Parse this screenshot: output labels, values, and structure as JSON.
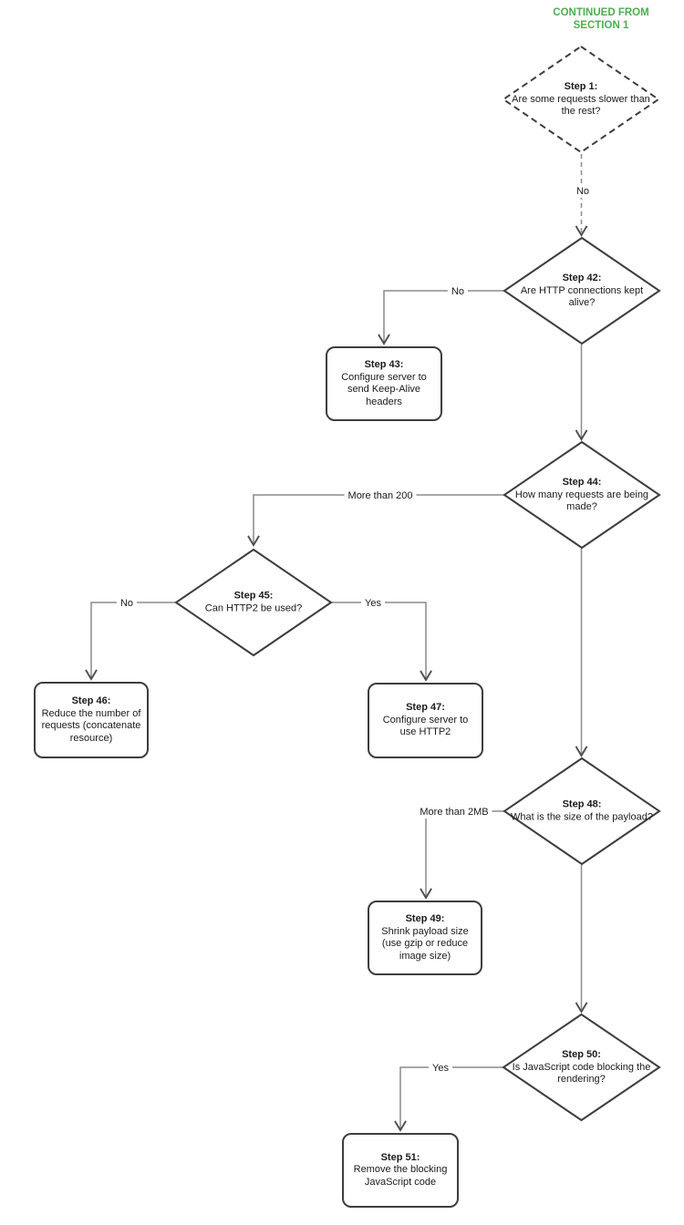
{
  "header": {
    "line1": "CONTINUED FROM",
    "line2": "SECTION 1"
  },
  "colors": {
    "continued_label": "#4caf50",
    "shape_border": "#3d3d3d",
    "connector_line": "#8a8a8a",
    "text": "#1a1a1a",
    "background": "#ffffff"
  },
  "nodes": {
    "step1": {
      "title": "Step 1:",
      "text": "Are some requests slower than the rest?"
    },
    "step42": {
      "title": "Step 42:",
      "text": "Are HTTP connections kept alive?"
    },
    "step43": {
      "title": "Step 43:",
      "text": "Configure server to send Keep-Alive headers"
    },
    "step44": {
      "title": "Step 44:",
      "text": "How many requests are being made?"
    },
    "step45": {
      "title": "Step 45:",
      "text": "Can HTTP2 be used?"
    },
    "step46": {
      "title": "Step 46:",
      "text": "Reduce the number of requests (concatenate resource)"
    },
    "step47": {
      "title": "Step 47:",
      "text": "Configure server to use HTTP2"
    },
    "step48": {
      "title": "Step 48:",
      "text": "What is the size of the payload?"
    },
    "step49": {
      "title": "Step 49:",
      "text": "Shrink payload size (use gzip or reduce image size)"
    },
    "step50": {
      "title": "Step 50:",
      "text": "Is JavaScript code blocking the rendering?"
    },
    "step51": {
      "title": "Step 51:",
      "text": "Remove the blocking JavaScript code"
    }
  },
  "edge_labels": {
    "step1_to_step42": "No",
    "step42_to_step43": "No",
    "step44_to_step45": "More than 200",
    "step45_to_step46": "No",
    "step45_to_step47": "Yes",
    "step48_to_step49": "More than 2MB",
    "step50_to_step51": "Yes"
  }
}
